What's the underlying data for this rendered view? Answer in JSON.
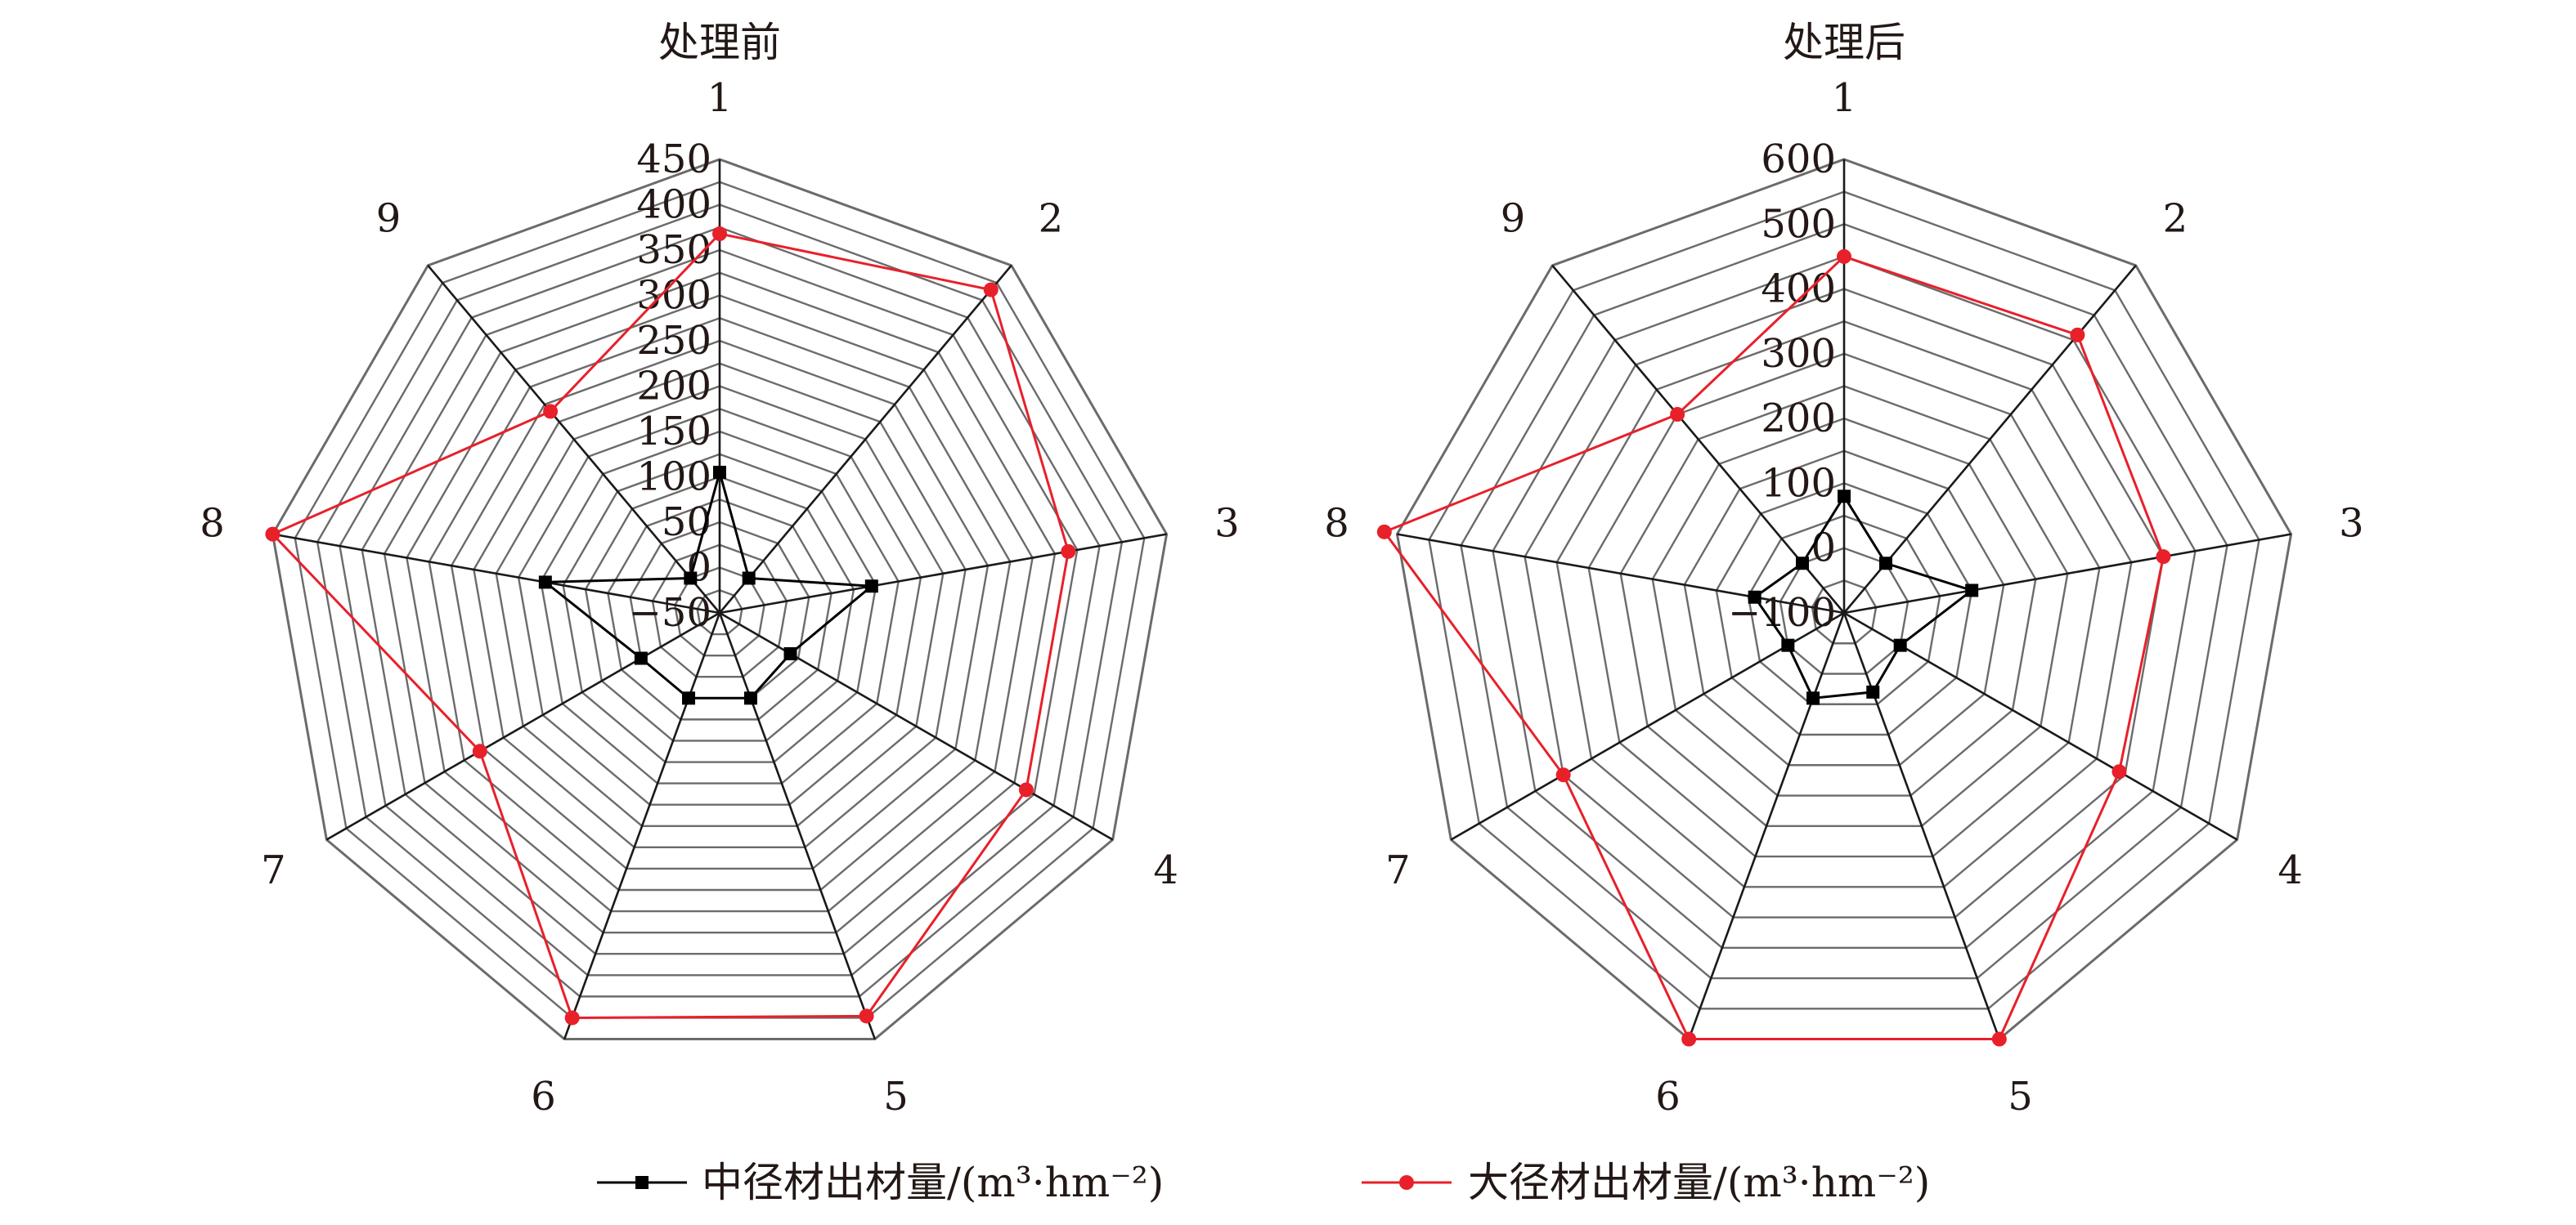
{
  "chart_data": [
    {
      "type": "radar",
      "title": "处理前",
      "axes": [
        "1",
        "2",
        "3",
        "4",
        "5",
        "6",
        "7",
        "8",
        "9"
      ],
      "range": [
        -50,
        450
      ],
      "ticks": [
        "-50",
        "0",
        "50",
        "100",
        "150",
        "200",
        "250",
        "300",
        "350",
        "400",
        "450"
      ],
      "tick_step": 50,
      "grid_rings": 20,
      "series": [
        {
          "name": "中径材出材量/(m³·hm⁻²)",
          "color": "#000000",
          "marker": "square",
          "values": [
            105,
            0,
            120,
            40,
            50,
            50,
            50,
            145,
            0
          ]
        },
        {
          "name": "大径材出材量/(m³·hm⁻²)",
          "color": "#e8202a",
          "marker": "circle",
          "values": [
            368,
            415,
            340,
            340,
            423,
            425,
            255,
            450,
            240
          ]
        }
      ]
    },
    {
      "type": "radar",
      "title": "处理后",
      "axes": [
        "1",
        "2",
        "3",
        "4",
        "5",
        "6",
        "7",
        "8",
        "9"
      ],
      "range": [
        -100,
        600
      ],
      "ticks": [
        "-100",
        "0",
        "100",
        "200",
        "300",
        "400",
        "500",
        "600"
      ],
      "tick_step": 100,
      "grid_rings": 14,
      "series": [
        {
          "name": "中径材出材量/(m³·hm⁻²)",
          "color": "#000000",
          "marker": "square",
          "values": [
            80,
            0,
            100,
            0,
            30,
            40,
            0,
            40,
            0
          ]
        },
        {
          "name": "大径材出材量/(m³·hm⁻²)",
          "color": "#e8202a",
          "marker": "circle",
          "values": [
            450,
            460,
            400,
            390,
            600,
            600,
            400,
            620,
            300
          ]
        }
      ]
    }
  ],
  "legend": [
    {
      "name": "中径材出材量/(m³·hm⁻²)",
      "color": "#000000",
      "marker": "square"
    },
    {
      "name": "大径材出材量/(m³·hm⁻²)",
      "color": "#e8202a",
      "marker": "circle"
    }
  ]
}
